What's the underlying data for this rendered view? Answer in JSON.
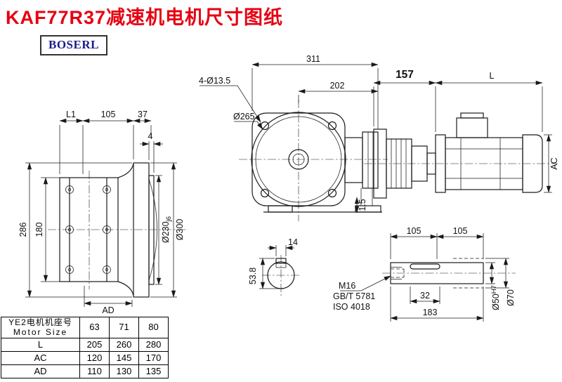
{
  "page": {
    "title": "KAF77R37减速机电机尺寸图纸",
    "logo": "BOSERL"
  },
  "colors": {
    "title_red": "#e60012",
    "logo_blue": "#1b1b8f",
    "line_ink": "#1a1a1a"
  },
  "dims": {
    "side_view": {
      "L1": "L1",
      "w105": "105",
      "w37": "37",
      "w4": "4",
      "h286": "286",
      "h180": "180",
      "AD": "AD",
      "d230": "Ø230",
      "d230_tol": "j6",
      "d300": "Ø300"
    },
    "front_view": {
      "w311": "311",
      "holes": "4-Ø13.5",
      "w202": "202",
      "d265": "Ø265",
      "gap": "1.5"
    },
    "motor_view": {
      "w157": "157",
      "L": "L",
      "AC": "AC"
    },
    "shaft_end_view": {
      "key_w": "14",
      "key_h": "53.8"
    },
    "shaft_detail_view": {
      "l105a": "105",
      "l105b": "105",
      "thread": "M16",
      "std1": "GB/T 5781",
      "std2": "ISO 4018",
      "key_l": "32",
      "l183": "183",
      "d50": "Ø50",
      "d50_tol": "H7",
      "d70": "Ø70"
    }
  },
  "table": {
    "header_cn": "YE2电机机座号",
    "header_en": "Motor Size",
    "frame_sizes": [
      "63",
      "71",
      "80"
    ],
    "rows": [
      {
        "label": "L",
        "values": [
          "205",
          "260",
          "280"
        ]
      },
      {
        "label": "AC",
        "values": [
          "120",
          "145",
          "170"
        ]
      },
      {
        "label": "AD",
        "values": [
          "110",
          "130",
          "135"
        ]
      }
    ]
  }
}
